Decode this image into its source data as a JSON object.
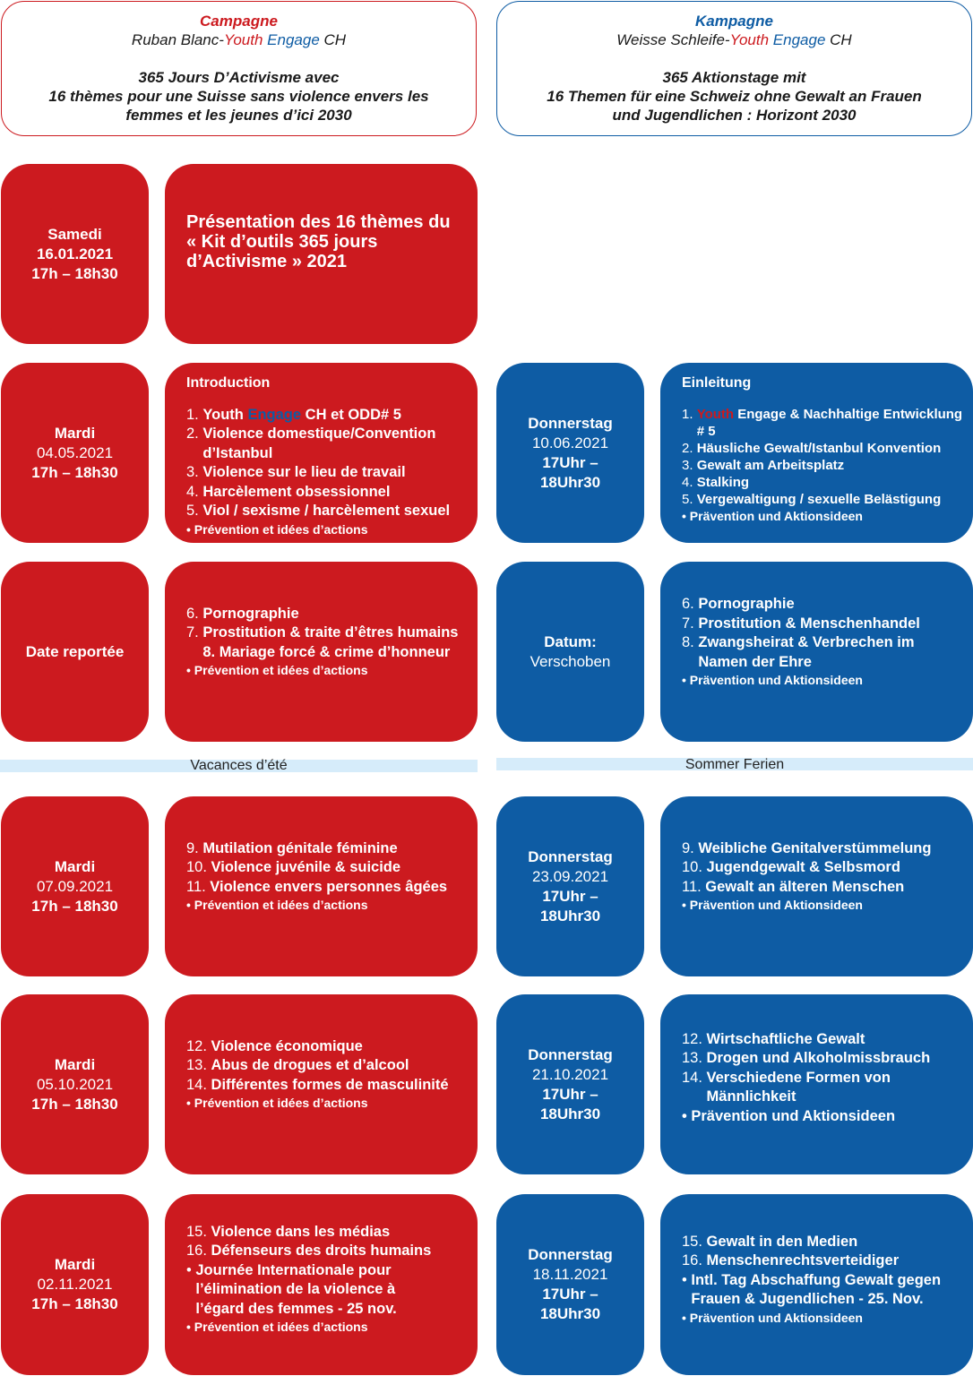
{
  "header_fr": {
    "campaign": "Campagne",
    "line_prefix": "Ruban Blanc-",
    "youth": "Youth",
    "engage": " Engage",
    "ch": " CH",
    "title_lines": [
      "365 Jours D’Activisme avec",
      "16 thèmes pour une Suisse sans violence envers les",
      "femmes et les jeunes d’ici 2030"
    ]
  },
  "header_de": {
    "campaign": "Kampagne",
    "line_prefix": "Weisse Schleife-",
    "youth": "Youth",
    "engage": " Engage",
    "ch": " CH",
    "title_lines": [
      "365 Aktionstage mit",
      "16 Themen für eine Schweiz ohne Gewalt an Frauen",
      "und Jugendlichen : Horizont 2030"
    ]
  },
  "colors": {
    "red": "#cc1a1f",
    "blue": "#0e5ca4",
    "band": "#d6ecfa"
  },
  "fr": {
    "s1": {
      "day": "Samedi",
      "date": "16.01.2021",
      "time": "17h – 18h30",
      "content": [
        "Présentation des 16 thèmes du",
        "« Kit d’outils 365 jours",
        "d’Activisme » 2021"
      ]
    },
    "s2": {
      "day": "Mardi",
      "date": "04.05.2021",
      "time": "17h – 18h30",
      "heading": "Introduction",
      "items": [
        {
          "num": "1. ",
          "parts": [
            "Youth ",
            "Engage",
            " CH et ODD# 5"
          ]
        },
        {
          "num": "2. ",
          "text": "Violence domestique/Convention d’Istanbul"
        },
        {
          "num": "3. ",
          "text": "Violence sur le lieu de travail"
        },
        {
          "num": "4. ",
          "text": "Harcèlement obsessionnel"
        },
        {
          "num": "5. ",
          "text": "Viol / sexisme / harcèlement sexuel"
        }
      ],
      "bullet": "• Prévention et idées d’actions"
    },
    "s3": {
      "day": "Date reportée",
      "items": [
        {
          "num": "6. ",
          "text": "Pornographie"
        },
        {
          "num": "7. ",
          "text": "Prostitution & traite d’êtres humains 8. Mariage forcé & crime d’honneur"
        }
      ],
      "bullet": "• Prévention et idées d’actions"
    },
    "break": "Vacances d’été",
    "s4": {
      "day": "Mardi",
      "date": "07.09.2021",
      "time": "17h – 18h30",
      "items": [
        {
          "num": "9. ",
          "text": "Mutilation génitale féminine"
        },
        {
          "num": "10. ",
          "text": "Violence juvénile & suicide"
        },
        {
          "num": "11. ",
          "text": "Violence envers personnes âgées"
        }
      ],
      "bullet": "• Prévention et idées d’actions"
    },
    "s5": {
      "day": "Mardi",
      "date": "05.10.2021",
      "time": "17h – 18h30",
      "items": [
        {
          "num": "12. ",
          "text": "Violence économique"
        },
        {
          "num": "13. ",
          "text": "Abus de drogues et d’alcool"
        },
        {
          "num": "14. ",
          "text": "Différentes formes de masculinité"
        }
      ],
      "bullet": "• Prévention et idées d’actions"
    },
    "s6": {
      "day": "Mardi",
      "date": "02.11.2021",
      "time": "17h – 18h30",
      "items": [
        {
          "num": "15. ",
          "text": "Violence dans les médias"
        },
        {
          "num": "16. ",
          "text": "Défenseurs des droits humains"
        },
        {
          "num": "• ",
          "text": "Journée Internationale pour l’élimination de la violence à l’égard des femmes - 25 nov."
        }
      ],
      "bullet": "• Prévention et idées d’actions"
    }
  },
  "de": {
    "s2": {
      "day": "Donnerstag",
      "date": "10.06.2021",
      "time": "17Uhr – 18Uhr30",
      "heading": "Einleitung",
      "items": [
        {
          "num": "1. ",
          "parts": [
            "Youth",
            " Engage & Nachhaltige Entwicklung # 5"
          ]
        },
        {
          "num": "2. ",
          "text": "Häusliche Gewalt/Istanbul Konvention"
        },
        {
          "num": "3. ",
          "text": "Gewalt am Arbeitsplatz"
        },
        {
          "num": "4. ",
          "text": "Stalking"
        },
        {
          "num": "5. ",
          "text": "Vergewaltigung / sexuelle Belästigung"
        }
      ],
      "bullet": "• Prävention und Aktionsideen"
    },
    "s3": {
      "day": "Datum:",
      "date": "Verschoben",
      "items": [
        {
          "num": "6. ",
          "text": "Pornographie"
        },
        {
          "num": "7. ",
          "text": "Prostitution & Menschenhandel"
        },
        {
          "num": "8. ",
          "text": "Zwangsheirat & Verbrechen im Namen der Ehre"
        }
      ],
      "bullet": "• Prävention und Aktionsideen"
    },
    "break": "Sommer Ferien",
    "s4": {
      "day": "Donnerstag",
      "date": "23.09.2021",
      "time": "17Uhr – 18Uhr30",
      "items": [
        {
          "num": "9. ",
          "text": "Weibliche Genitalverstümmelung"
        },
        {
          "num": "10. ",
          "text": "Jugendgewalt & Selbsmord"
        },
        {
          "num": "11. ",
          "text": "Gewalt an älteren Menschen"
        }
      ],
      "bullet": "• Prävention und Aktionsideen"
    },
    "s5": {
      "day": "Donnerstag",
      "date": "21.10.2021",
      "time": "17Uhr – 18Uhr30",
      "items": [
        {
          "num": "12. ",
          "text": "Wirtschaftliche Gewalt"
        },
        {
          "num": "13. ",
          "text": "Drogen und Alkoholmissbrauch"
        },
        {
          "num": "14. ",
          "text": "Verschiedene Formen von Männlichkeit"
        }
      ],
      "bullet": "• Prävention und Aktionsideen"
    },
    "s6": {
      "day": "Donnerstag",
      "date": "18.11.2021",
      "time": "17Uhr – 18Uhr30",
      "items": [
        {
          "num": "15. ",
          "text": "Gewalt in den Medien"
        },
        {
          "num": "16. ",
          "text": "Menschenrechtsverteidiger"
        },
        {
          "num": "• ",
          "text": "Intl. Tag Abschaffung Gewalt gegen Frauen & Jugendlichen - 25. Nov."
        }
      ],
      "bullet": "• Prävention und Aktionsideen"
    }
  }
}
